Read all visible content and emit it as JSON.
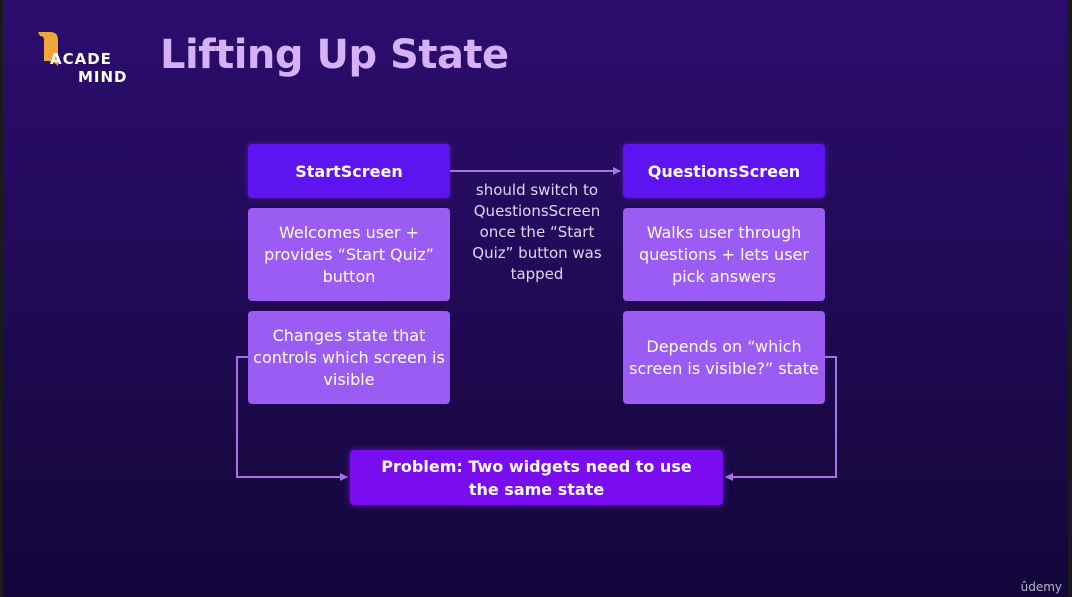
{
  "brand": {
    "logo_line1": "ACADE",
    "logo_line2": "MIND",
    "watermark": "ûdemy"
  },
  "slide": {
    "title": "Lifting Up State"
  },
  "diagram": {
    "left": {
      "header": "StartScreen",
      "description": "Welcomes user + provides “Start Quiz” button",
      "state_note": "Changes state that controls which screen is visible"
    },
    "right": {
      "header": "QuestionsScreen",
      "description": "Walks user through questions + lets user pick answers",
      "state_note": "Depends on “which screen is visible?” state"
    },
    "arrow_label": "should switch to QuestionsScreen once the “Start Quiz” button was tapped",
    "problem": "Problem: Two widgets need to use the same state"
  },
  "colors": {
    "header_box": "#5d14f0",
    "description_box": "#9a5cf2",
    "problem_box": "#7a0df0",
    "connector": "#a673e6",
    "title": "#d7b1f7"
  }
}
